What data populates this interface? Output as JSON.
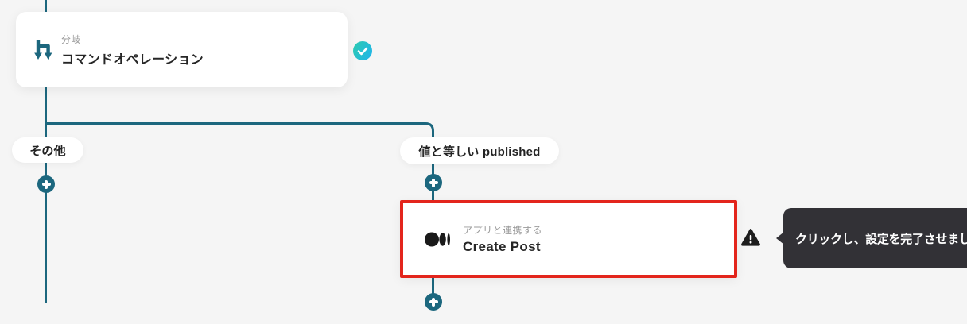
{
  "branch_node": {
    "type_label": "分岐",
    "title": "コマンドオペレーション",
    "status": "complete"
  },
  "branches": {
    "left_label": "その他",
    "right_label": "値と等しい published"
  },
  "app_node": {
    "type_label": "アプリと連携する",
    "title": "Create Post",
    "app": "Medium",
    "highlighted": true
  },
  "tooltip": {
    "text": "クリックし、設定を完了させましょう"
  },
  "colors": {
    "background": "#f5f5f5",
    "line": "#1c677e",
    "accent_red": "#e3251c",
    "tooltip_bg": "#323136",
    "node_title": "#262626",
    "node_label": "#9b9b9b",
    "icon_black": "#1a1a1a",
    "check_start": "#2dcbae",
    "check_end": "#20b4ee"
  }
}
